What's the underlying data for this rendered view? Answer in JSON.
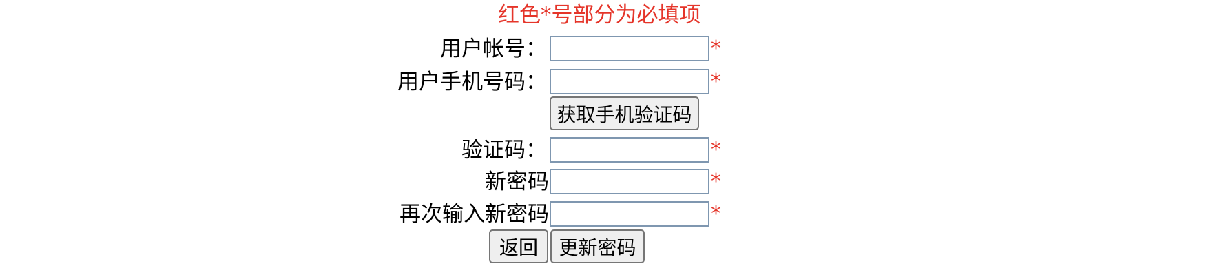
{
  "form": {
    "notice": "红色*号部分为必填项",
    "required_mark": "*",
    "fields": [
      {
        "label": "用户帐号：",
        "value": "",
        "required": true
      },
      {
        "label": "用户手机号码：",
        "value": "",
        "required": true
      },
      {
        "label": "验证码：",
        "value": "",
        "required": true
      },
      {
        "label": "新密码",
        "value": "",
        "required": true
      },
      {
        "label": "再次输入新密码",
        "value": "",
        "required": true
      }
    ],
    "get_code_button": "获取手机验证码",
    "back_button": "返回",
    "update_button": "更新密码"
  },
  "colors": {
    "required_red": "#e5352a",
    "input_border": "#7f97b0",
    "button_bg": "#efefef"
  }
}
